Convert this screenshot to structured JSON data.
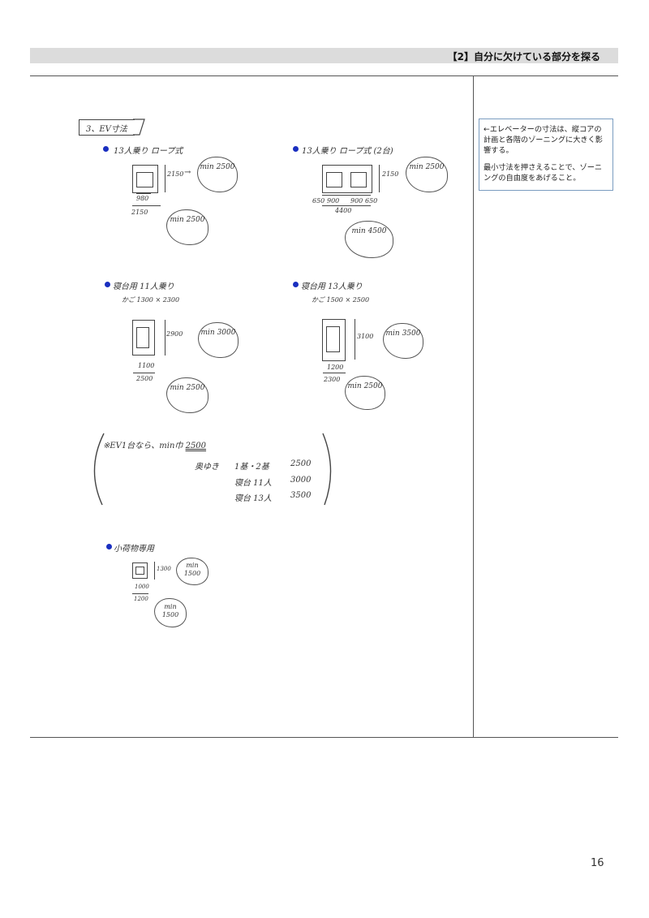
{
  "header": {
    "title": "【2】自分に欠けている部分を探る"
  },
  "section": {
    "title": "3、EV寸法"
  },
  "ev_types": [
    {
      "title": "13人乗り ロープ式",
      "depth": "2150",
      "depth_min": "min 2500",
      "car_width": "980",
      "core_width": "2150",
      "width_min": "min 2500"
    },
    {
      "title": "13人乗り ロープ式 (2台)",
      "depth": "2150",
      "depth_min": "min 2500",
      "dims": [
        "650",
        "900",
        "900",
        "650"
      ],
      "core_width": "4400",
      "width_min": "min 4500"
    },
    {
      "title": "寝台用 11人乗り",
      "cage": "かご 1300 × 2300",
      "depth": "2900",
      "depth_min": "min 3000",
      "car_width": "1100",
      "core_width": "2500",
      "width_min": "min 2500"
    },
    {
      "title": "寝台用 13人乗り",
      "cage": "かご 1500 × 2500",
      "depth": "3100",
      "depth_min": "min 3500",
      "car_width": "1200",
      "core_width": "2300",
      "width_min": "min 2500"
    },
    {
      "title": "小荷物専用",
      "depth": "1300",
      "depth_min": "min 1500",
      "car_width": "1000",
      "core_width": "1200",
      "width_min": "min 1500"
    }
  ],
  "summary": {
    "line1": "※EV1台なら、min巾",
    "line1_value": "2500",
    "depth_label": "奥ゆき",
    "rows": [
      [
        "1基・2基",
        "2500"
      ],
      [
        "寝台 11人",
        "3000"
      ],
      [
        "寝台 13人",
        "3500"
      ]
    ]
  },
  "note": {
    "p1": "←エレベーターの寸法は、縦コアの計画と各階のゾーニングに大きく影響する。",
    "p2": "最小寸法を押さえることで、ゾーニングの自由度をあげること。"
  },
  "page_number": "16",
  "colors": {
    "bullet": "#1a2fc0",
    "header_bg": "#dcdcdc",
    "note_border": "#7a9cc0"
  }
}
